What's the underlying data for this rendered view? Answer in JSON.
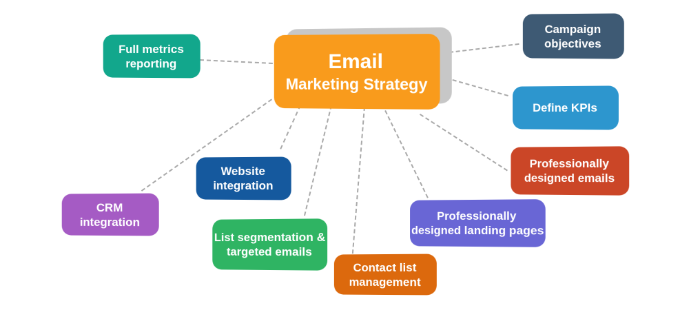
{
  "center": {
    "title": "Email",
    "subtitle": "Marketing Strategy",
    "color": "#F99B1C",
    "shadow_color": "#C7C7C7"
  },
  "nodes": [
    {
      "id": "full-metrics-reporting",
      "line1": "Full metrics",
      "line2": "reporting",
      "color": "#12A78C"
    },
    {
      "id": "campaign-objectives",
      "line1": "Campaign",
      "line2": "objectives",
      "color": "#3E5A74"
    },
    {
      "id": "define-kpis",
      "line1": "Define KPIs",
      "line2": "",
      "color": "#2D96CE"
    },
    {
      "id": "professionally-designed-emails",
      "line1": "Professionally",
      "line2": "designed emails",
      "color": "#CB4627"
    },
    {
      "id": "professionally-designed-landing-pages",
      "line1": "Professionally",
      "line2": "designed landing pages",
      "color": "#6966D5"
    },
    {
      "id": "contact-list-management",
      "line1": "Contact list",
      "line2": "management",
      "color": "#DC690D"
    },
    {
      "id": "list-segmentation-targeted-emails",
      "line1": "List segmentation &",
      "line2": "targeted emails",
      "color": "#2FB463"
    },
    {
      "id": "website-integration",
      "line1": "Website",
      "line2": "integration",
      "color": "#15599E"
    },
    {
      "id": "crm-integration",
      "line1": "CRM",
      "line2": "integration",
      "color": "#A55BC4"
    }
  ],
  "connections": [
    {
      "from": "center",
      "to": "full-metrics-reporting"
    },
    {
      "from": "center",
      "to": "campaign-objectives"
    },
    {
      "from": "center",
      "to": "define-kpis"
    },
    {
      "from": "center",
      "to": "professionally-designed-emails"
    },
    {
      "from": "center",
      "to": "professionally-designed-landing-pages"
    },
    {
      "from": "center",
      "to": "contact-list-management"
    },
    {
      "from": "center",
      "to": "list-segmentation-targeted-emails"
    },
    {
      "from": "center",
      "to": "website-integration"
    },
    {
      "from": "center",
      "to": "crm-integration"
    }
  ],
  "connector_color": "#A9A9A9"
}
